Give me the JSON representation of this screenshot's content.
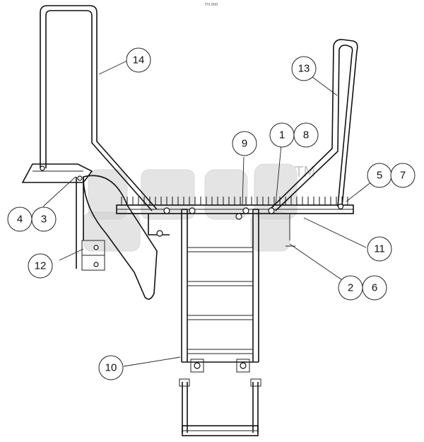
{
  "top_mark": "ПЧ.000",
  "watermark": {
    "brand": "SITO",
    "tm": "TM"
  },
  "callouts": [
    {
      "id": "c14",
      "label": "14"
    },
    {
      "id": "c13",
      "label": "13"
    },
    {
      "id": "c9",
      "label": "9"
    },
    {
      "id": "c1",
      "label": "1"
    },
    {
      "id": "c8",
      "label": "8"
    },
    {
      "id": "c5",
      "label": "5"
    },
    {
      "id": "c7",
      "label": "7"
    },
    {
      "id": "c4",
      "label": "4"
    },
    {
      "id": "c3",
      "label": "3"
    },
    {
      "id": "c12",
      "label": "12"
    },
    {
      "id": "c11",
      "label": "11"
    },
    {
      "id": "c2",
      "label": "2"
    },
    {
      "id": "c6",
      "label": "6"
    },
    {
      "id": "c10",
      "label": "10"
    }
  ]
}
